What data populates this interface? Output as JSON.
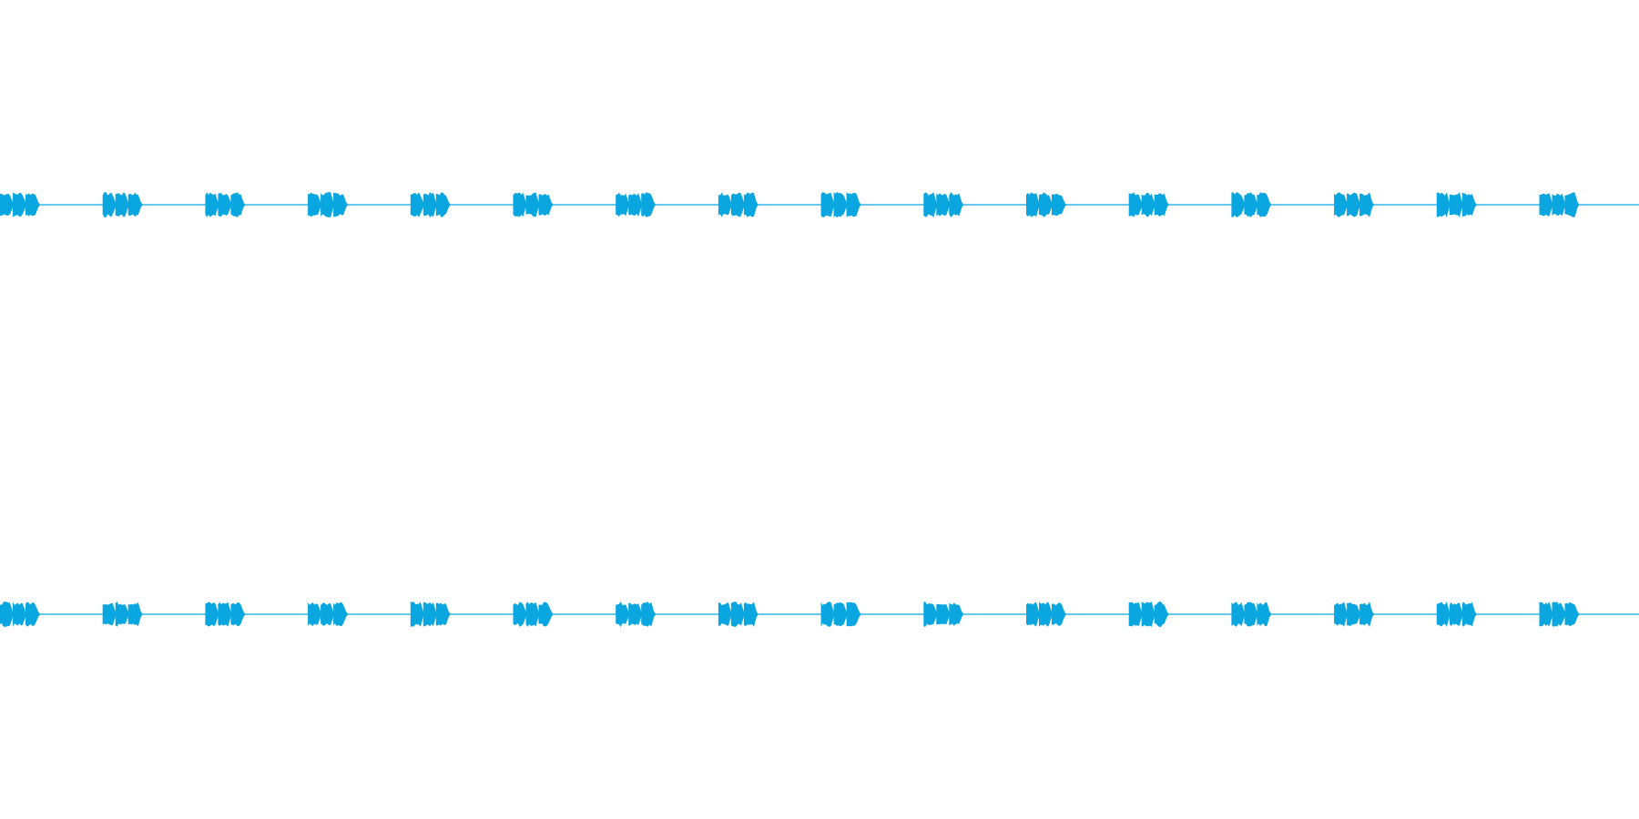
{
  "waveform": {
    "color": "#0aa6e0",
    "background": "#ffffff",
    "channels": [
      {
        "channel": 1
      },
      {
        "channel": 2
      }
    ],
    "bursts_per_channel": 16,
    "pulses_per_burst": 3
  }
}
